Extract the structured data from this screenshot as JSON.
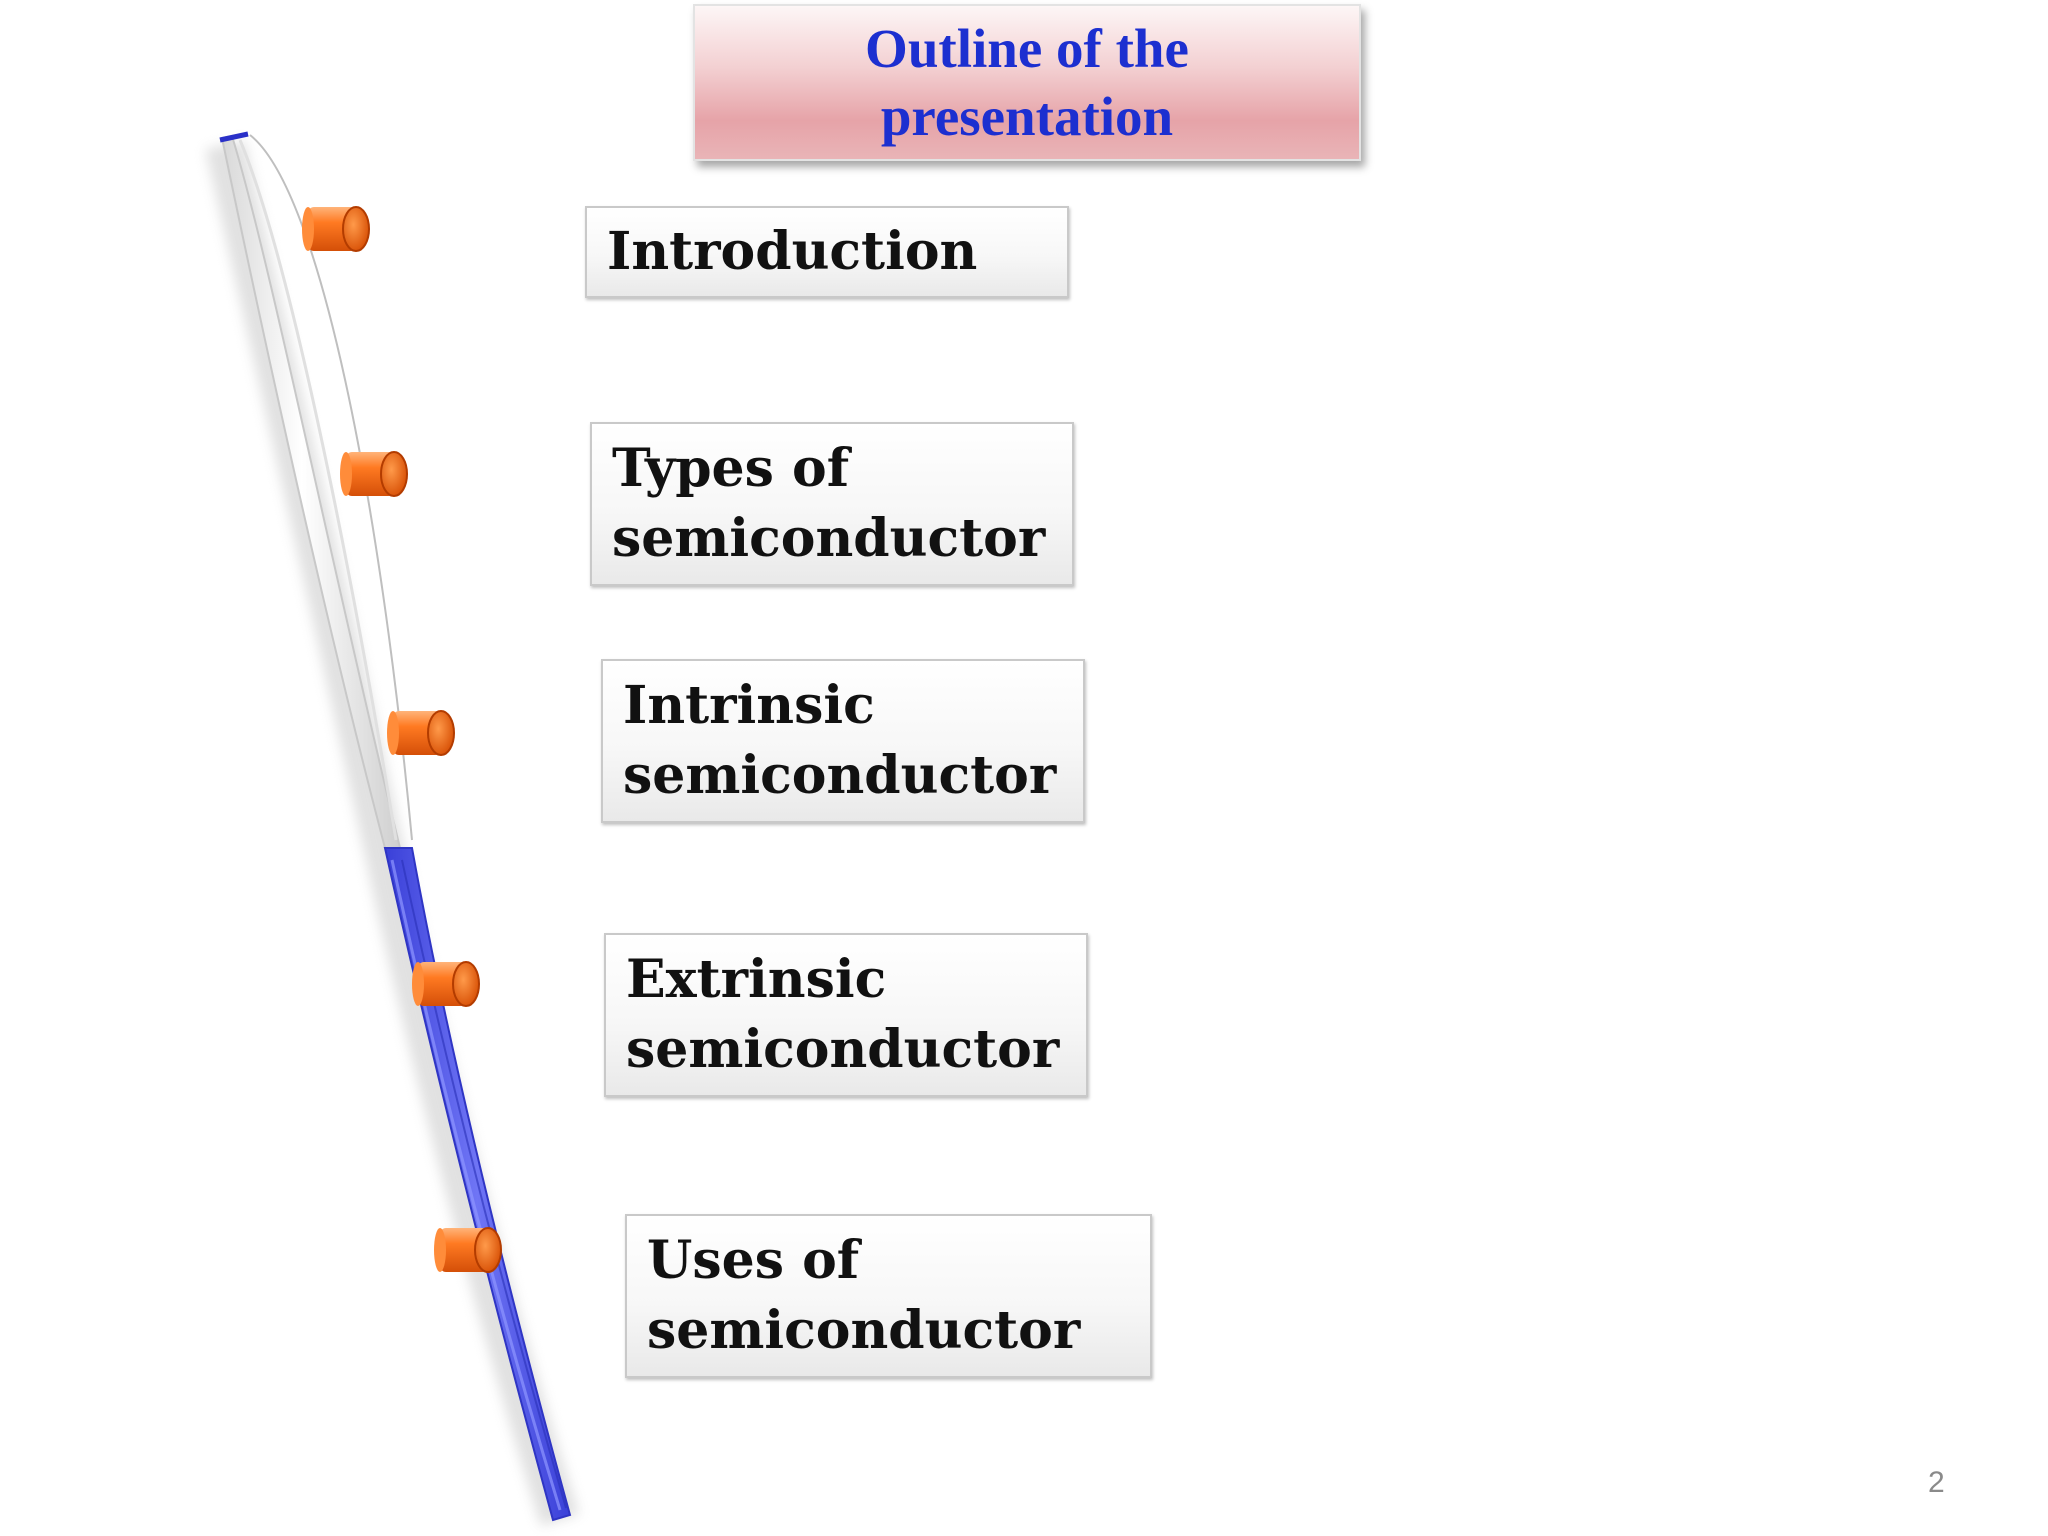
{
  "slide": {
    "title": "Outline of the presentation",
    "items": [
      "Introduction",
      "Types of semiconductor",
      "Intrinsic semiconductor",
      "Extrinsic semiconductor",
      "Uses of semiconductor"
    ],
    "page_number": "2"
  },
  "colors": {
    "title_text": "#1c2fd0",
    "title_box": "#e6a3a8",
    "bullet_marker": "#ff6a1a",
    "timeline_blue": "#4b52e8"
  },
  "icons": {
    "bullet": "orange-cylinder-icon",
    "timeline": "curved-ribbon-timeline"
  }
}
